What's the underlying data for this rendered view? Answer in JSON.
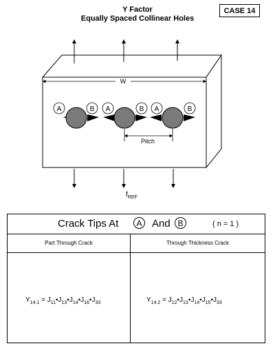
{
  "title": {
    "line1": "Y Factor",
    "line2": "Equally Spaced Collinear  Holes"
  },
  "case_label": "CASE 14",
  "diagram": {
    "width_label": "W",
    "pitch_label": "Pitch",
    "ref_label": "f",
    "ref_sub": "REF",
    "hole_labels": [
      "A",
      "B",
      "A",
      "B",
      "A",
      "B"
    ]
  },
  "table": {
    "header_text": "Crack Tips At",
    "tip_a": "A",
    "and_text": "And",
    "tip_b": "B",
    "n_text": "( n = 1 )",
    "left_col_header": "Part Through Crack",
    "right_col_header": "Through Thickness Crack",
    "left_formula": {
      "lhs": "Y",
      "lhs_sub": "14.1",
      "eq": " = ",
      "terms": [
        {
          "sym": "J",
          "sub": "11"
        },
        {
          "sym": "J",
          "sub": "13"
        },
        {
          "sym": "J",
          "sub": "14"
        },
        {
          "sym": "J",
          "sub": "16"
        },
        {
          "sym": "J",
          "sub": "33"
        }
      ]
    },
    "right_formula": {
      "lhs": "Y",
      "lhs_sub": "14.2",
      "eq": " = ",
      "terms": [
        {
          "sym": "J",
          "sub": "12"
        },
        {
          "sym": "J",
          "sub": "13"
        },
        {
          "sym": "J",
          "sub": "14"
        },
        {
          "sym": "J",
          "sub": "15"
        },
        {
          "sym": "J",
          "sub": "33"
        }
      ]
    },
    "separator": "•"
  }
}
